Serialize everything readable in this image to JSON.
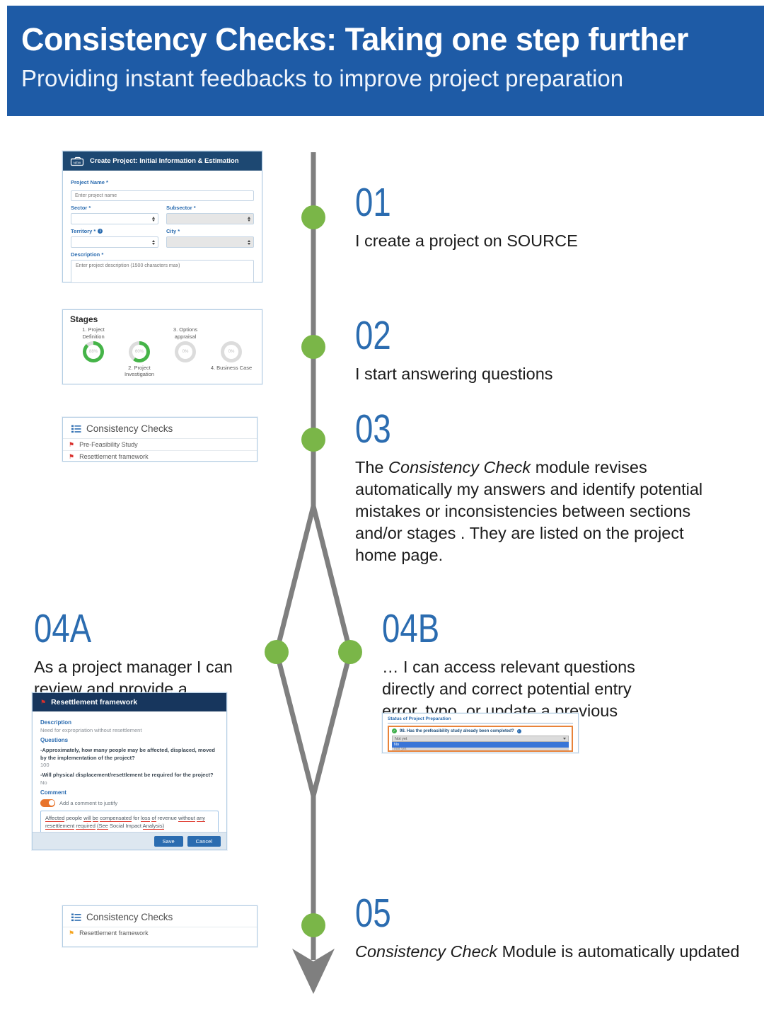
{
  "colors": {
    "banner_blue": "#1e5ba6",
    "step_number_blue": "#2b6cb0",
    "panel_header_navy": "#1d4872",
    "timeline_gray": "#7f7f7f",
    "node_green": "#7ab648",
    "donut_green": "#45b448",
    "donut_track_gray": "#dcdcdc",
    "flag_red": "#d9302c",
    "flag_orange": "#f5a623",
    "toggle_orange": "#e8732a",
    "option_highlight_blue": "#3875d7",
    "status_box_orange": "#e8833a"
  },
  "banner": {
    "title": "Consistency Checks: Taking one step further",
    "subtitle": "Providing instant feedbacks to improve project preparation"
  },
  "steps": {
    "s01": {
      "number": "01",
      "text": "I create a project on SOURCE"
    },
    "s02": {
      "number": "02",
      "text": "I start answering questions"
    },
    "s03": {
      "number": "03",
      "text_prefix": "The ",
      "text_italic": "Consistency Check",
      "text_suffix": " module revises automatically my answers and identify potential mistakes or inconsistencies between sections and/or stages . They are listed on the project home page."
    },
    "s04a": {
      "number": "04A",
      "text": "As a project manager I can review and provide a justification, or…"
    },
    "s04b": {
      "number": "04B",
      "text": "… I can access relevant questions directly and correct potential entry error, typo, or update a previous stage"
    },
    "s05": {
      "number": "05",
      "text_italic": "Consistency Check",
      "text_suffix": " Module is automatically updated"
    }
  },
  "create_project": {
    "title": "Create Project: Initial Information & Estimation",
    "new_icon_label": "NEW",
    "fields": {
      "project_name_label": "Project Name *",
      "project_name_placeholder": "Enter project name",
      "sector_label": "Sector *",
      "subsector_label": "Subsector *",
      "territory_label": "Territory *",
      "city_label": "City *",
      "description_label": "Description *",
      "description_placeholder": "Enter project description (1500 characters max)"
    }
  },
  "stages": {
    "title": "Stages",
    "items": [
      {
        "label": "1. Project Definition",
        "percent": 88,
        "percent_label": "88%",
        "ring_color": "#45b448",
        "track_color": "#dcdcdc",
        "label_position": "top"
      },
      {
        "label": "2. Project Investigation",
        "percent": 60,
        "percent_label": "60%",
        "ring_color": "#45b448",
        "track_color": "#dcdcdc",
        "label_position": "bottom"
      },
      {
        "label": "3. Options appraisal",
        "percent": 0,
        "percent_label": "0%",
        "ring_color": "#dcdcdc",
        "track_color": "#dcdcdc",
        "label_position": "top"
      },
      {
        "label": "4. Business Case",
        "percent": 0,
        "percent_label": "0%",
        "ring_color": "#dcdcdc",
        "track_color": "#dcdcdc",
        "label_position": "bottom"
      }
    ]
  },
  "checks_top": {
    "title": "Consistency Checks",
    "items": [
      {
        "label": "Pre-Feasibility Study",
        "flag": "red"
      },
      {
        "label": "Resettlement framework",
        "flag": "red"
      }
    ]
  },
  "checks_bottom": {
    "title": "Consistency Checks",
    "items": [
      {
        "label": "Resettlement framework",
        "flag": "orange"
      }
    ]
  },
  "resettlement_modal": {
    "title": "Resettlement framework",
    "description_label": "Description",
    "description_text": "Need for expropriation without resettlement",
    "questions_label": "Questions",
    "question1": "-Approximately, how many people may be affected, displaced, moved by the implementation of the project?",
    "answer1": "100",
    "question2": "-Will physical displacement/resettlement be required for the project?",
    "answer2": "No",
    "comment_label": "Comment",
    "toggle_label": "Add a comment to justify",
    "comment_tokens": [
      {
        "t": "Affected",
        "u": true
      },
      {
        "t": "people",
        "u": false
      },
      {
        "t": "will",
        "u": true
      },
      {
        "t": "be",
        "u": true
      },
      {
        "t": "compensated",
        "u": true
      },
      {
        "t": "for",
        "u": false
      },
      {
        "t": "loss",
        "u": true
      },
      {
        "t": "of",
        "u": true
      },
      {
        "t": "revenue",
        "u": false
      },
      {
        "t": "without",
        "u": true
      },
      {
        "t": "any",
        "u": true
      },
      {
        "t": "resettlement",
        "u": true
      },
      {
        "t": "required",
        "u": true
      },
      {
        "t": "(See",
        "u": true
      },
      {
        "t": "Social",
        "u": false
      },
      {
        "t": "Impact",
        "u": false
      },
      {
        "t": "Analysis)",
        "u": true
      }
    ],
    "save_label": "Save",
    "cancel_label": "Cancel"
  },
  "status_panel": {
    "title": "Status of Project Preparation",
    "question": "98. Has the prefeasibility study already been completed?",
    "select_value": "Not yet",
    "options": [
      {
        "label": "No",
        "highlighted": true
      },
      {
        "label": "Not yet",
        "highlighted": false
      }
    ]
  }
}
